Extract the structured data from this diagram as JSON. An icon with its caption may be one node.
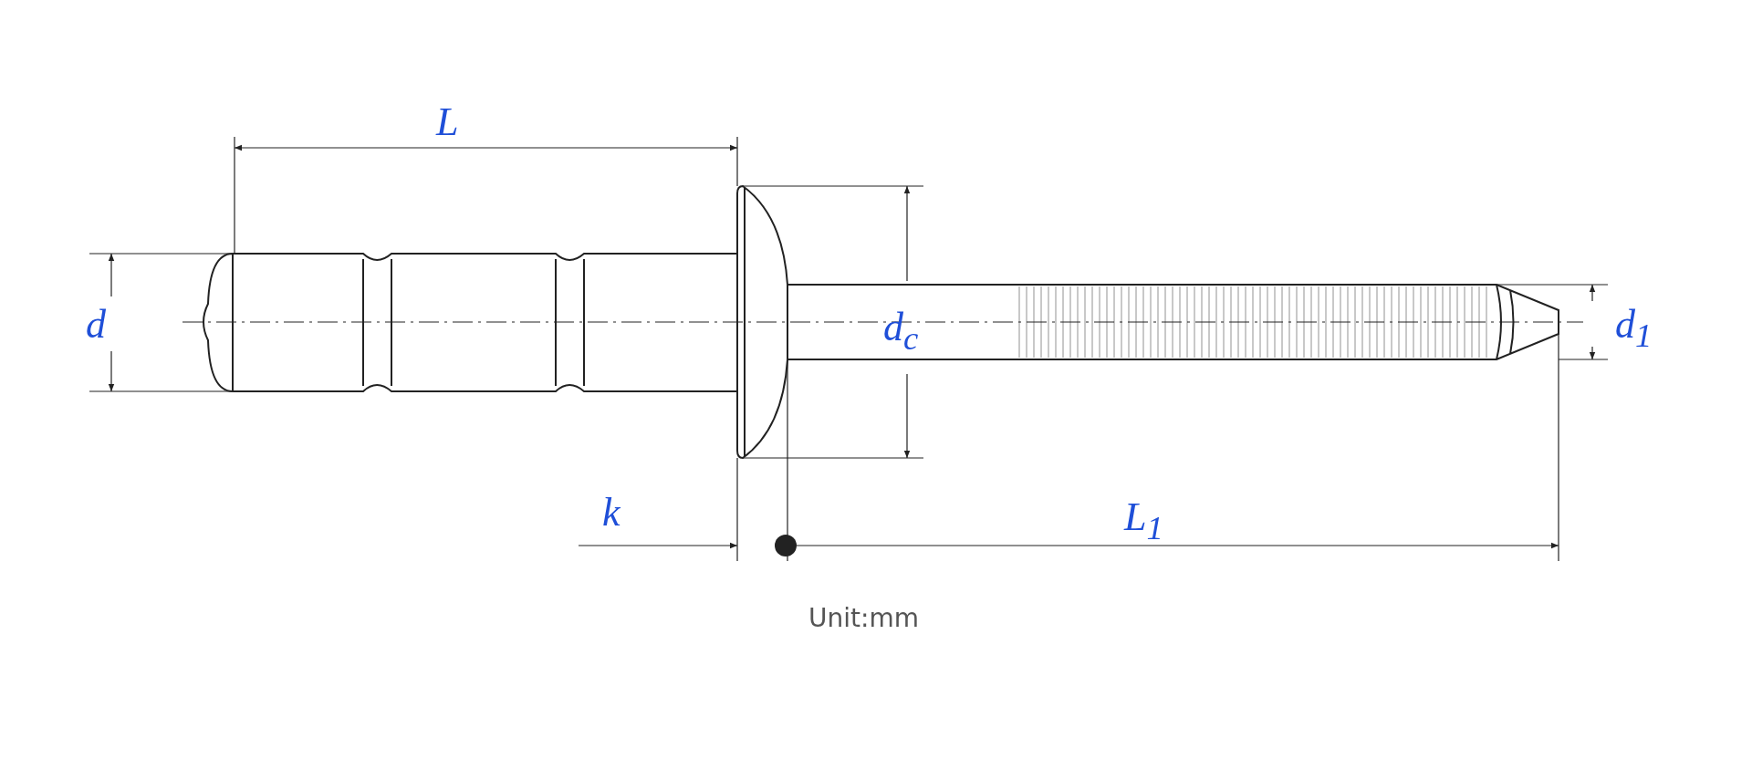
{
  "diagram": {
    "labels": [
      "L",
      "d",
      "d$_{c}$",
      "d$_{1}$",
      "k",
      "L$_{1}$",
      "Unit:mm"
    ]
  }
}
